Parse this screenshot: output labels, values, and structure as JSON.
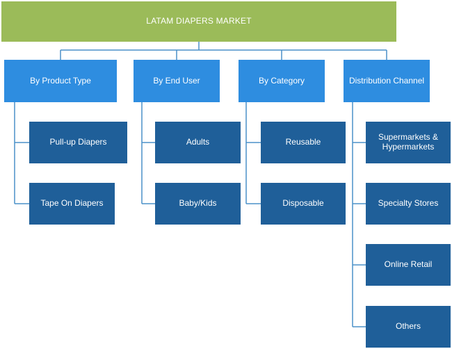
{
  "title": "LATAM DIAPERS MARKET",
  "colors": {
    "root": "#9BBB59",
    "category": "#2E8DE0",
    "leaf": "#1F5F99",
    "connector": "#4A90C8"
  },
  "categories": [
    {
      "label": "By Product Type",
      "items": [
        "Pull-up Diapers",
        "Tape On Diapers"
      ]
    },
    {
      "label": "By End User",
      "items": [
        "Adults",
        "Baby/Kids"
      ]
    },
    {
      "label": "By Category",
      "items": [
        "Reusable",
        "Disposable"
      ]
    },
    {
      "label": "Distribution Channel",
      "items": [
        "Supermarkets & Hypermarkets",
        "Specialty Stores",
        "Online Retail",
        "Others"
      ]
    }
  ]
}
